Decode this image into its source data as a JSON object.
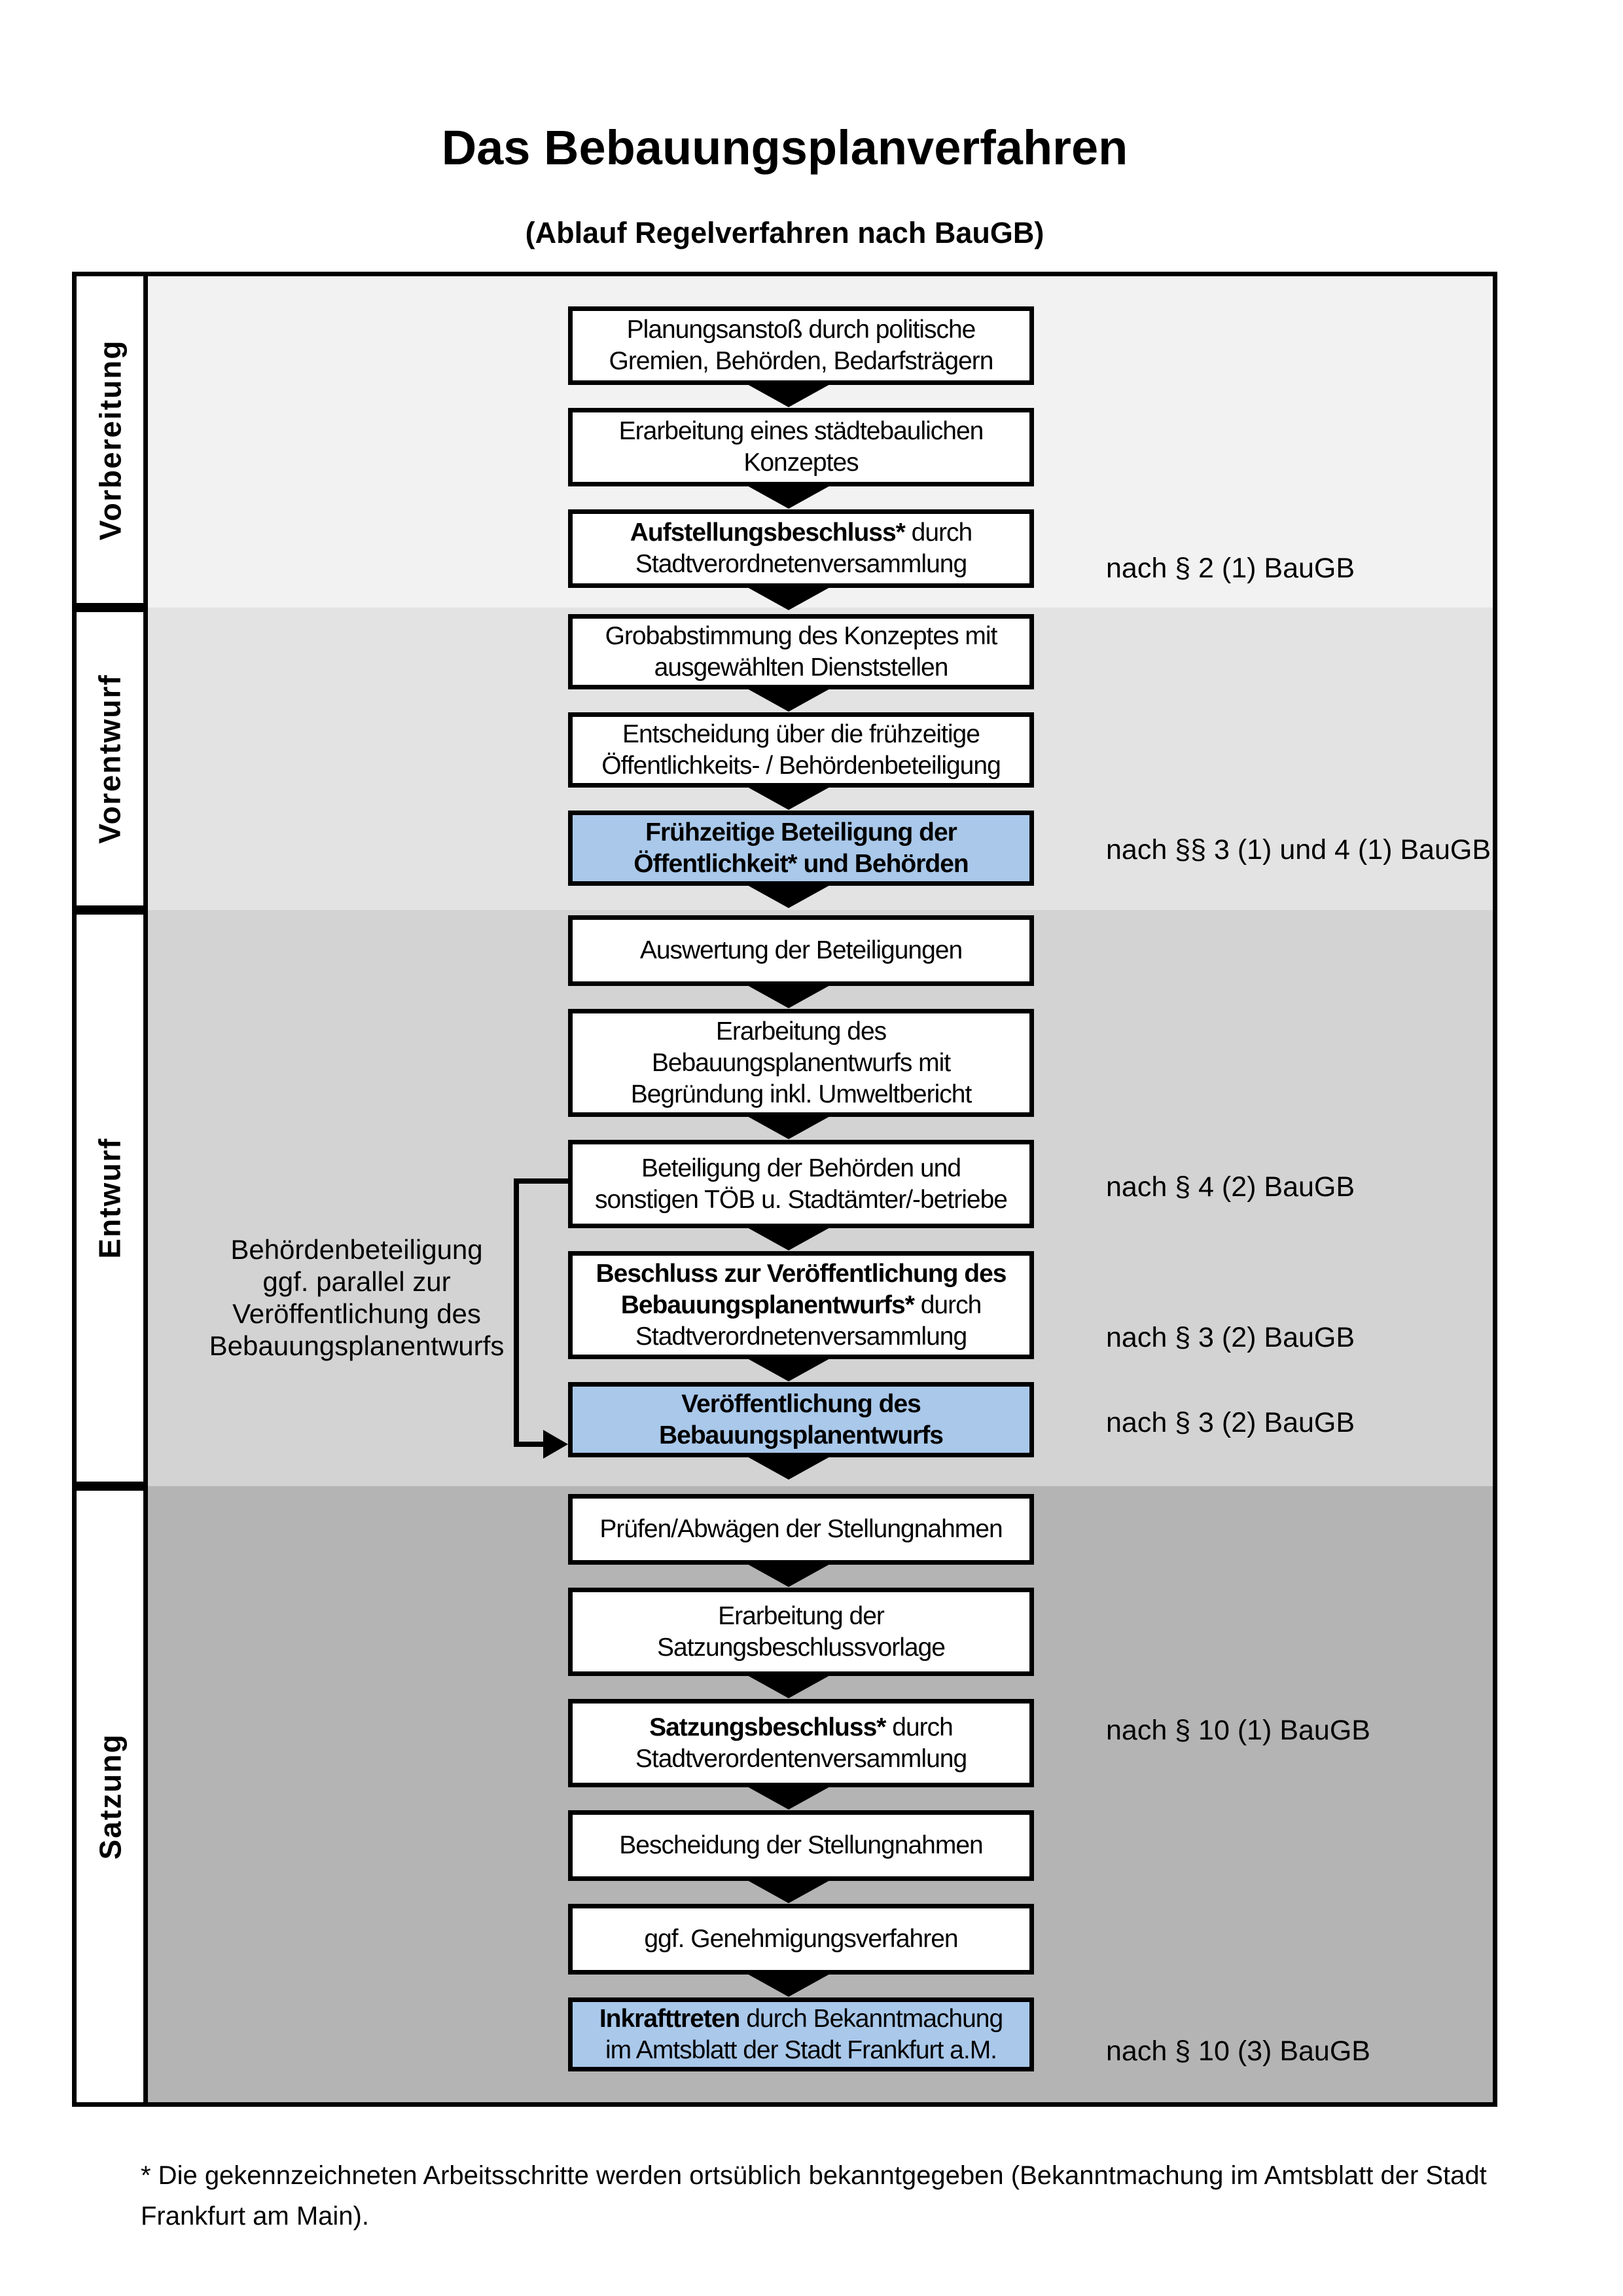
{
  "page": {
    "title": "Das Bebauungsplanverfahren",
    "subtitle": "(Ablauf Regelverfahren nach BauGB)"
  },
  "phases": [
    {
      "label": "Vorbereitung"
    },
    {
      "label": "Vorentwurf"
    },
    {
      "label": "Entwurf"
    },
    {
      "label": "Satzung"
    }
  ],
  "boxes": [
    {
      "highlight": false,
      "lines": [
        [
          {
            "t": "Planungsanstoß durch politische"
          }
        ],
        [
          {
            "t": "Gremien, Behörden, Bedarfsträgern"
          }
        ]
      ]
    },
    {
      "highlight": false,
      "lines": [
        [
          {
            "t": "Erarbeitung eines städtebaulichen"
          }
        ],
        [
          {
            "t": "Konzeptes"
          }
        ]
      ]
    },
    {
      "highlight": false,
      "lines": [
        [
          {
            "t": "Aufstellungsbeschluss*",
            "b": true
          },
          {
            "t": " durch"
          }
        ],
        [
          {
            "t": "Stadtverordnetenversammlung"
          }
        ]
      ]
    },
    {
      "highlight": false,
      "lines": [
        [
          {
            "t": "Grobabstimmung des Konzeptes mit"
          }
        ],
        [
          {
            "t": "ausgewählten Dienststellen"
          }
        ]
      ]
    },
    {
      "highlight": false,
      "lines": [
        [
          {
            "t": "Entscheidung über die frühzeitige"
          }
        ],
        [
          {
            "t": "Öffentlichkeits- / Behördenbeteiligung"
          }
        ]
      ]
    },
    {
      "highlight": true,
      "lines": [
        [
          {
            "t": "Frühzeitige Beteiligung der",
            "b": true
          }
        ],
        [
          {
            "t": "Öffentlichkeit* und Behörden",
            "b": true
          }
        ]
      ]
    },
    {
      "highlight": false,
      "lines": [
        [
          {
            "t": "Auswertung der Beteiligungen"
          }
        ]
      ]
    },
    {
      "highlight": false,
      "lines": [
        [
          {
            "t": "Erarbeitung des"
          }
        ],
        [
          {
            "t": "Bebauungsplanentwurfs mit"
          }
        ],
        [
          {
            "t": "Begründung inkl. Umweltbericht"
          }
        ]
      ]
    },
    {
      "highlight": false,
      "lines": [
        [
          {
            "t": "Beteiligung der Behörden und"
          }
        ],
        [
          {
            "t": "sonstigen TÖB u. Stadtämter/-betriebe"
          }
        ]
      ]
    },
    {
      "highlight": false,
      "lines": [
        [
          {
            "t": "Beschluss zur Veröffentlichung des",
            "b": true
          }
        ],
        [
          {
            "t": "Bebauungsplanentwurfs*",
            "b": true
          },
          {
            "t": " durch"
          }
        ],
        [
          {
            "t": "Stadtverordnetenversammlung"
          }
        ]
      ]
    },
    {
      "highlight": true,
      "lines": [
        [
          {
            "t": "Veröffentlichung des",
            "b": true
          }
        ],
        [
          {
            "t": "Bebauungsplanentwurfs",
            "b": true
          }
        ]
      ]
    },
    {
      "highlight": false,
      "lines": [
        [
          {
            "t": "Prüfen/Abwägen der Stellungnahmen"
          }
        ]
      ]
    },
    {
      "highlight": false,
      "lines": [
        [
          {
            "t": "Erarbeitung der"
          }
        ],
        [
          {
            "t": "Satzungsbeschlussvorlage"
          }
        ]
      ]
    },
    {
      "highlight": false,
      "lines": [
        [
          {
            "t": "Satzungsbeschluss*",
            "b": true
          },
          {
            "t": " durch"
          }
        ],
        [
          {
            "t": "Stadtverordentenversammlung"
          }
        ]
      ]
    },
    {
      "highlight": false,
      "lines": [
        [
          {
            "t": "Bescheidung der Stellungnahmen"
          }
        ]
      ]
    },
    {
      "highlight": false,
      "lines": [
        [
          {
            "t": "ggf. Genehmigungsverfahren"
          }
        ]
      ]
    },
    {
      "highlight": true,
      "lines": [
        [
          {
            "t": "Inkrafttreten",
            "b": true
          },
          {
            "t": " durch Bekanntmachung"
          }
        ],
        [
          {
            "t": "im Amtsblatt der Stadt Frankfurt a.M."
          }
        ]
      ]
    }
  ],
  "legal_refs": [
    {
      "text": "nach § 2 (1) BauGB"
    },
    {
      "text": "nach §§ 3 (1) und 4 (1) BauGB"
    },
    {
      "text": "nach § 4 (2) BauGB"
    },
    {
      "text": "nach § 3 (2) BauGB"
    },
    {
      "text": "nach § 3 (2) BauGB"
    },
    {
      "text": "nach § 10 (1) BauGB"
    },
    {
      "text": "nach § 10 (3) BauGB"
    }
  ],
  "side_note": {
    "lines": [
      "Behördenbeteiligung",
      "ggf. parallel zur",
      "Veröffentlichung des",
      "Bebauungsplanentwurfs"
    ]
  },
  "footnote": {
    "lines": [
      "* Die gekennzeichneten Arbeitsschritte werden ortsüblich bekanntgegeben (Bekanntmachung im Amtsblatt  der Stadt",
      "Frankfurt am Main)."
    ]
  },
  "colors": {
    "highlight_blue": "#a9c8ea",
    "phase_backgrounds": [
      "#f2f2f2",
      "#e3e3e3",
      "#d3d3d3",
      "#b4b4b4"
    ],
    "border": "#000000"
  }
}
